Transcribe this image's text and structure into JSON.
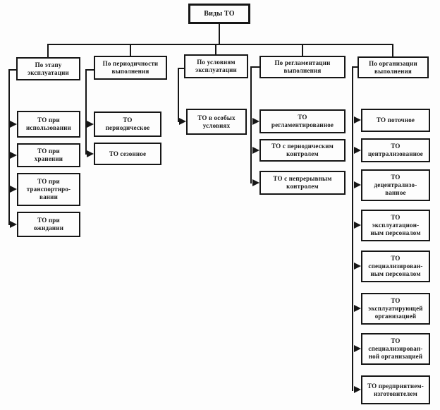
{
  "accent_color": "#161616",
  "diagram": {
    "title": "Виды ТО",
    "root": {
      "label": "Виды ТО"
    },
    "branches": [
      {
        "label": "По этапу\nэксплуатации",
        "children": [
          {
            "label": "ТО при\nиспользовании"
          },
          {
            "label": "ТО при\nхранении"
          },
          {
            "label": "ТО при\nтранспортиро-\nвании"
          },
          {
            "label": "ТО при\nожидании"
          }
        ]
      },
      {
        "label": "По периодичности\nвыполнения",
        "children": [
          {
            "label": "ТО\nпериодическое"
          },
          {
            "label": "ТО сезонное"
          }
        ]
      },
      {
        "label": "По условиям\nэксплуатации",
        "children": [
          {
            "label": "ТО в особых\nусловиях"
          }
        ]
      },
      {
        "label": "По регламентации\nвыполнения",
        "children": [
          {
            "label": "ТО\nрегламентированное"
          },
          {
            "label": "ТО с периодическим\nконтролем"
          },
          {
            "label": "ТО с непрерывным\nконтролем"
          }
        ]
      },
      {
        "label": "По организации\nвыполнения",
        "children": [
          {
            "label": "ТО поточное"
          },
          {
            "label": "ТО\nцентрализованное"
          },
          {
            "label": "ТО\nдецентрализо-\nванное"
          },
          {
            "label": "ТО\nэксплуатацион-\nным персоналом"
          },
          {
            "label": "ТО\nспециализирован-\nным персоналом"
          },
          {
            "label": "ТО\nэксплуатирующей\nорганизацией"
          },
          {
            "label": "ТО\nспециализирован-\nной организацией"
          },
          {
            "label": "ТО предприятием-\nизготовителем"
          }
        ]
      }
    ]
  }
}
